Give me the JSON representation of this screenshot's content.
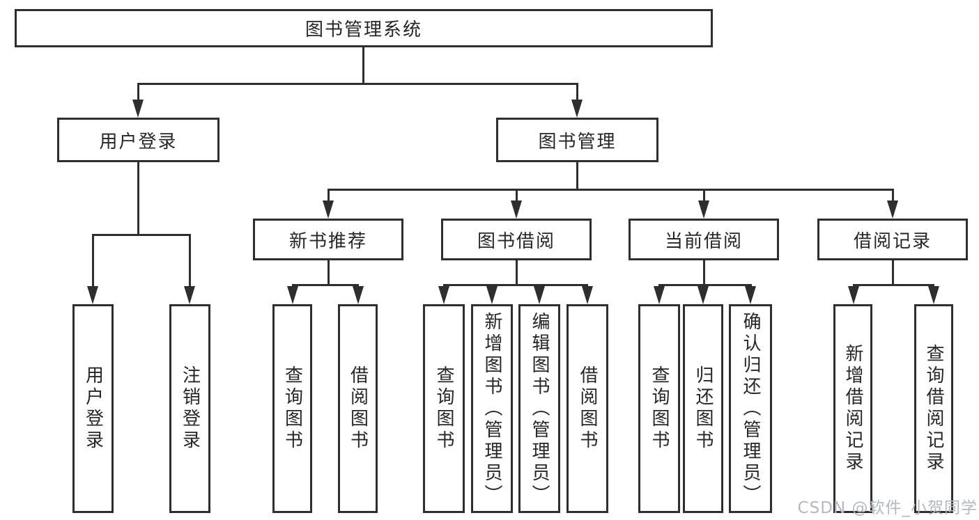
{
  "nodes": {
    "root": "图书管理系统",
    "user_login": "用户登录",
    "book_mgmt": "图书管理",
    "new_book_rec": "新书推荐",
    "book_borrow": "图书借阅",
    "current_borrow": "当前借阅",
    "borrow_records": "借阅记录",
    "ul_login": "用户登录",
    "ul_logout": "注销登录",
    "rec_query": "查询图书",
    "rec_borrow": "借阅图书",
    "bb_query": "查询图书",
    "bb_add": "新增图书（管理员）",
    "bb_edit": "编辑图书（管理员）",
    "bb_borrow": "借阅图书",
    "cb_query": "查询图书",
    "cb_return": "归还图书",
    "cb_confirm": "确认归还（管理员）",
    "br_add": "新增借阅记录",
    "br_query": "查询借阅记录"
  },
  "structure": {
    "图书管理系统": {
      "用户登录": [
        "用户登录",
        "注销登录"
      ],
      "图书管理": {
        "新书推荐": [
          "查询图书",
          "借阅图书"
        ],
        "图书借阅": [
          "查询图书",
          "新增图书（管理员）",
          "编辑图书（管理员）",
          "借阅图书"
        ],
        "当前借阅": [
          "查询图书",
          "归还图书",
          "确认归还（管理员）"
        ],
        "借阅记录": [
          "新增借阅记录",
          "查询借阅记录"
        ]
      }
    }
  },
  "colors": {
    "line": "#2e2e2e",
    "text": "#262626",
    "watermark": "#b4b8bf",
    "background": "#ffffff"
  },
  "watermark": "CSDN @软件_小贺同学"
}
